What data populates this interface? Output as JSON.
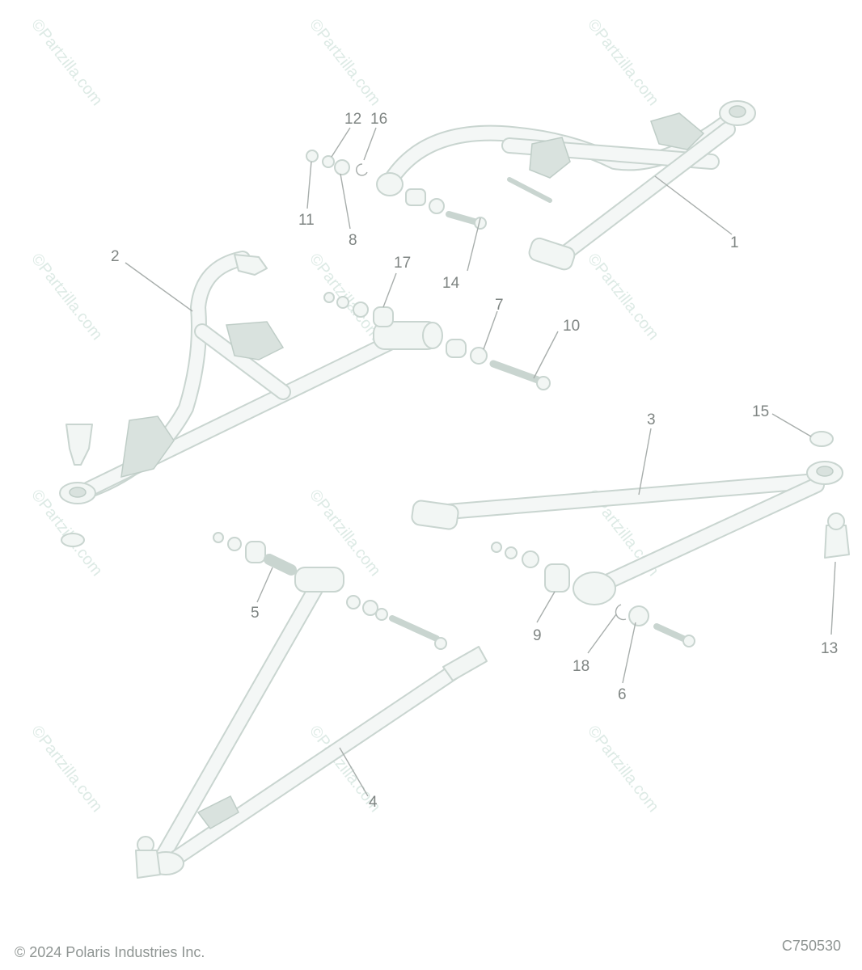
{
  "watermark": "©Partzilla.com",
  "footer": {
    "copyright": "© 2024 Polaris Industries Inc.",
    "diagram_code": "C750530"
  },
  "callouts": [
    "1",
    "2",
    "3",
    "4",
    "5",
    "6",
    "7",
    "8",
    "9",
    "10",
    "11",
    "12",
    "13",
    "14",
    "15",
    "16",
    "17",
    "18"
  ]
}
